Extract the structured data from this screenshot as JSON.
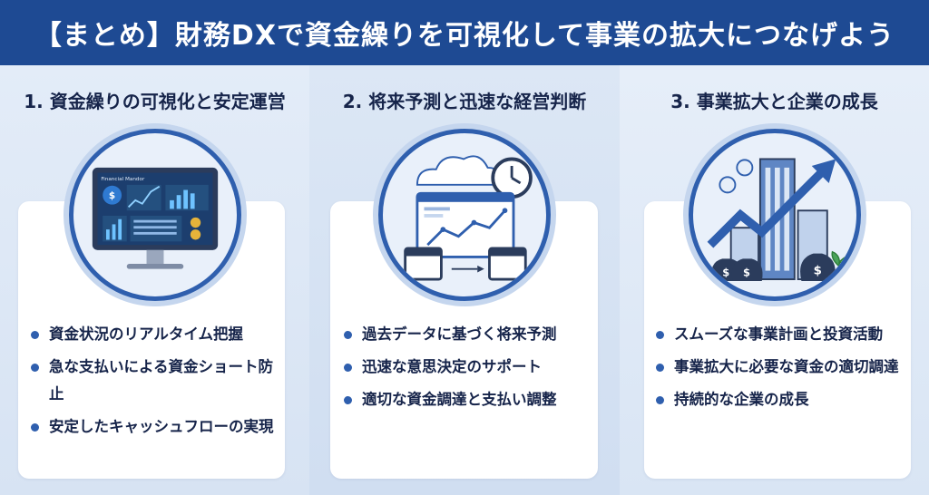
{
  "title": "【まとめ】財務DXで資金繰りを可視化して事業の拡大につなげよう",
  "columns": [
    {
      "heading": "1. 資金繰りの可視化と安定運営",
      "illustration": "financial-dashboard-monitor",
      "monitor_label": "Financial Mandor",
      "bullets": [
        "資金状況のリアルタイム把握",
        "急な支払いによる資金ショート防止",
        "安定したキャッシュフローの実現"
      ]
    },
    {
      "heading": "2. 将来予測と迅速な経営判断",
      "illustration": "forecast-chart-calendar-clock",
      "bullets": [
        "過去データに基づく将来予測",
        "迅速な意思決定のサポート",
        "適切な資金調達と支払い調整"
      ]
    },
    {
      "heading": "3. 事業拡大と企業の成長",
      "illustration": "growth-buildings-money-bags",
      "bullets": [
        "スムーズな事業計画と投資活動",
        "事業拡大に必要な資金の適切調達",
        "持続的な企業の成長"
      ]
    }
  ],
  "colors": {
    "banner": "#1e4a93",
    "accent": "#2f5fae",
    "background": "#dfe9f6"
  }
}
